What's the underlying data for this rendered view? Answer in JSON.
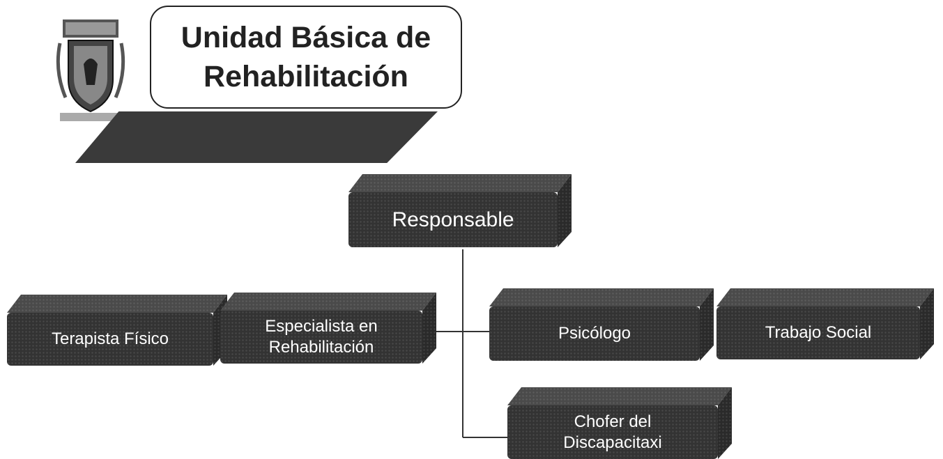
{
  "title": "Unidad Básica de\nRehabilitación",
  "logo": {
    "icon": "coat-of-arms-icon"
  },
  "org_chart": {
    "root": "Responsable",
    "nodes": [
      "Terapista Físico",
      "Especialista en\nRehabilitación",
      "Psicólogo",
      "Trabajo Social",
      "Chofer del\nDiscapacitaxi"
    ]
  },
  "colors": {
    "box": "#333333",
    "box_top": "#4a4a4a",
    "box_side": "#2a2a2a",
    "text": "#ffffff",
    "line": "#333333"
  }
}
